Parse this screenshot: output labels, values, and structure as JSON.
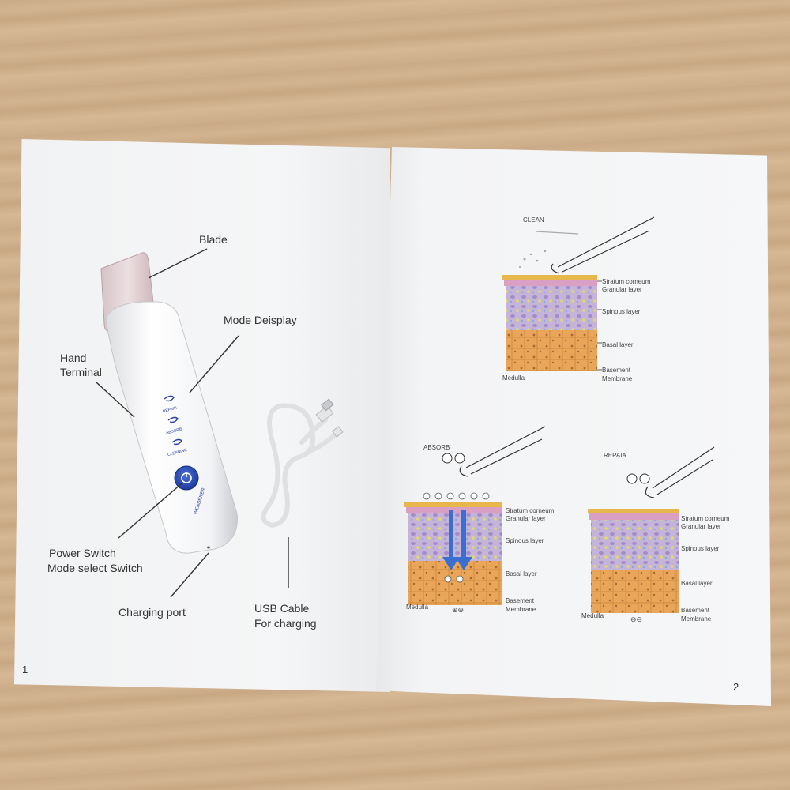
{
  "left_page": {
    "labels": {
      "blade": "Blade",
      "mode_display": "Mode Deisplay",
      "hand_terminal_1": "Hand",
      "hand_terminal_2": "Terminal",
      "power_switch": "Power Switch",
      "mode_select": "Mode select Switch",
      "charging_port": "Charging port",
      "usb_cable": "USB Cable",
      "for_charging": "For charging"
    },
    "device_modes": [
      "REPAIR",
      "ABSORB",
      "CLEANING"
    ],
    "brand": "WENDENER",
    "page_number": "1"
  },
  "right_page": {
    "clean": {
      "title": "CLEAN",
      "stratum": "Stratum corneum",
      "granular": "Granular layer",
      "spinous": "Spinous layer",
      "basal": "Basal layer",
      "basement_1": "Basement",
      "basement_2": "Membrane",
      "medulla": "Medulla"
    },
    "absorb": {
      "title": "ABSORB",
      "stratum": "Stratum corneum",
      "granular": "Granular layer",
      "spinous": "Spinous layer",
      "basal": "Basal layer",
      "basement_1": "Basement",
      "basement_2": "Membrane",
      "medulla": "Medulla",
      "ion_symbol": "⊕⊕"
    },
    "repair": {
      "title": "REPAIA",
      "stratum": "Stratum corneum",
      "granular": "Granular layer",
      "spinous": "Spinous layer",
      "basal": "Basal layer",
      "basement_1": "Basement",
      "basement_2": "Membrane",
      "medulla": "Medulla",
      "ion_symbol": "⊖⊖"
    },
    "page_number": "2"
  }
}
